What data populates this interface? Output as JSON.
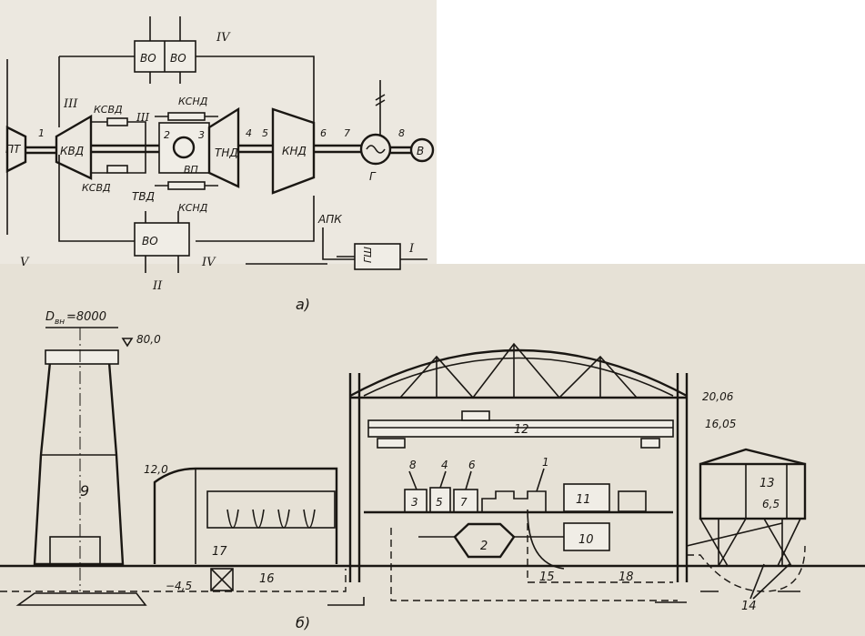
{
  "scheme_a": {
    "caption": "а)",
    "turbine_pt": "ПТ",
    "turbine_kvd": "КВД",
    "turbine_tnd": "ТНД",
    "turbine_knd": "КНД",
    "ksvd_top": "КСВД",
    "ksvd_bottom": "КСВД",
    "ksnd_top": "КСНД",
    "ksnd_bottom": "КСНД",
    "vp": "ВП",
    "tvd": "ТВД",
    "generator": "Г",
    "exciter": "В",
    "apk": "АПК",
    "gsh": "ГШ",
    "vo_1": "ВО",
    "vo_2": "ВО",
    "vo_3": "ВО",
    "roman_I": "I",
    "roman_II": "II",
    "roman_III_1": "III",
    "roman_III_2": "III",
    "roman_IV_top": "IV",
    "roman_IV_bottom": "IV",
    "roman_V": "V",
    "num_1": "1",
    "num_2": "2",
    "num_3": "3",
    "num_4": "4",
    "num_5": "5",
    "num_6": "6",
    "num_7": "7",
    "num_8": "8"
  },
  "section_b": {
    "caption": "б)",
    "dvn": "D",
    "dvn_sub": "вн",
    "dvn_value": "=8000",
    "elev_80": "80,0",
    "elev_12": "12,0",
    "elev_neg45": "−4,5",
    "elev_2006": "20,06",
    "elev_1605": "16,05",
    "elev_65": "6,5",
    "n_1": "1",
    "n_2": "2",
    "n_3": "3",
    "n_4": "4",
    "n_5": "5",
    "n_6": "6",
    "n_7": "7",
    "n_8": "8",
    "n_9": "9",
    "n_10": "10",
    "n_11": "11",
    "n_12": "12",
    "n_13": "13",
    "n_14": "14",
    "n_15": "15",
    "n_16": "16",
    "n_17": "17",
    "n_18": "18"
  },
  "colors": {
    "paper": "#f3f1ed",
    "ink": "#1a1713"
  }
}
